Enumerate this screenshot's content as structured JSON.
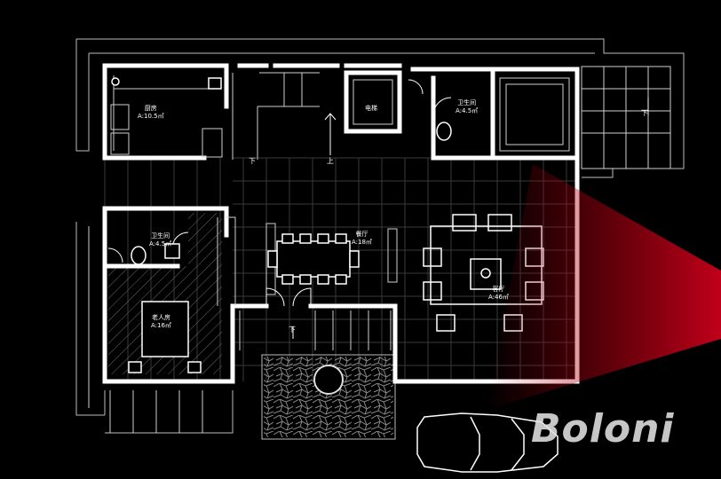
{
  "colors": {
    "background": "#000000",
    "wall": "#ffffff",
    "grid": "#3a3a3a",
    "line": "#bdbdbd",
    "camera_beam": "#b00010"
  },
  "rooms": {
    "kitchen": {
      "name": "厨房",
      "area": "A:10.5㎡"
    },
    "elevator": {
      "name": "电梯"
    },
    "bathroom_top": {
      "name": "卫生间",
      "area": "A:4.5㎡"
    },
    "bathroom_left": {
      "name": "卫生间",
      "area": "A:4.5㎡"
    },
    "elder_room": {
      "name": "老人房",
      "area": "A:16㎡"
    },
    "dining": {
      "name": "餐厅",
      "area": "A:18㎡"
    },
    "living": {
      "name": "客厅",
      "area": "A:46㎡"
    }
  },
  "stair_marks": {
    "down_main": "下",
    "up_main": "上",
    "down_right": "下",
    "down_entry": "下"
  },
  "brand": {
    "text": "Boloni"
  }
}
